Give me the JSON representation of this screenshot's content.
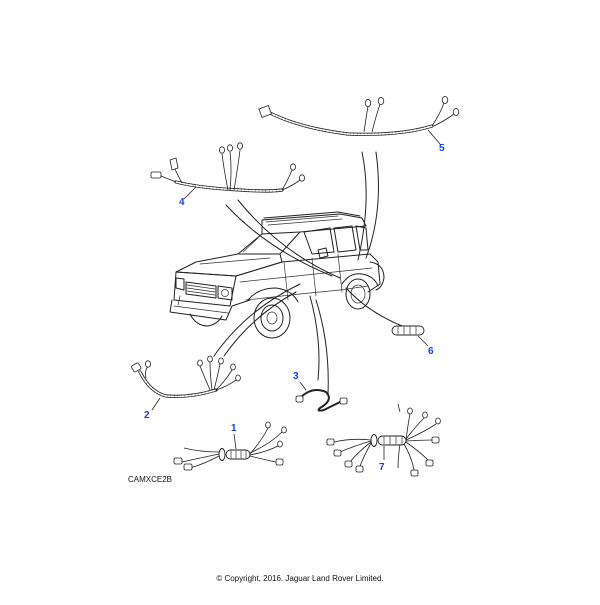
{
  "callouts": {
    "c1": "1",
    "c2": "2",
    "c3": "3",
    "c4": "4",
    "c5": "5",
    "c6": "6",
    "c7": "7"
  },
  "reference_code": "CAMXCE2B",
  "copyright": "© Copyright, 2016. Jaguar Land Rover Limited.",
  "colors": {
    "callout": "#1a3fd6",
    "line": "#222222",
    "background": "#ffffff"
  }
}
